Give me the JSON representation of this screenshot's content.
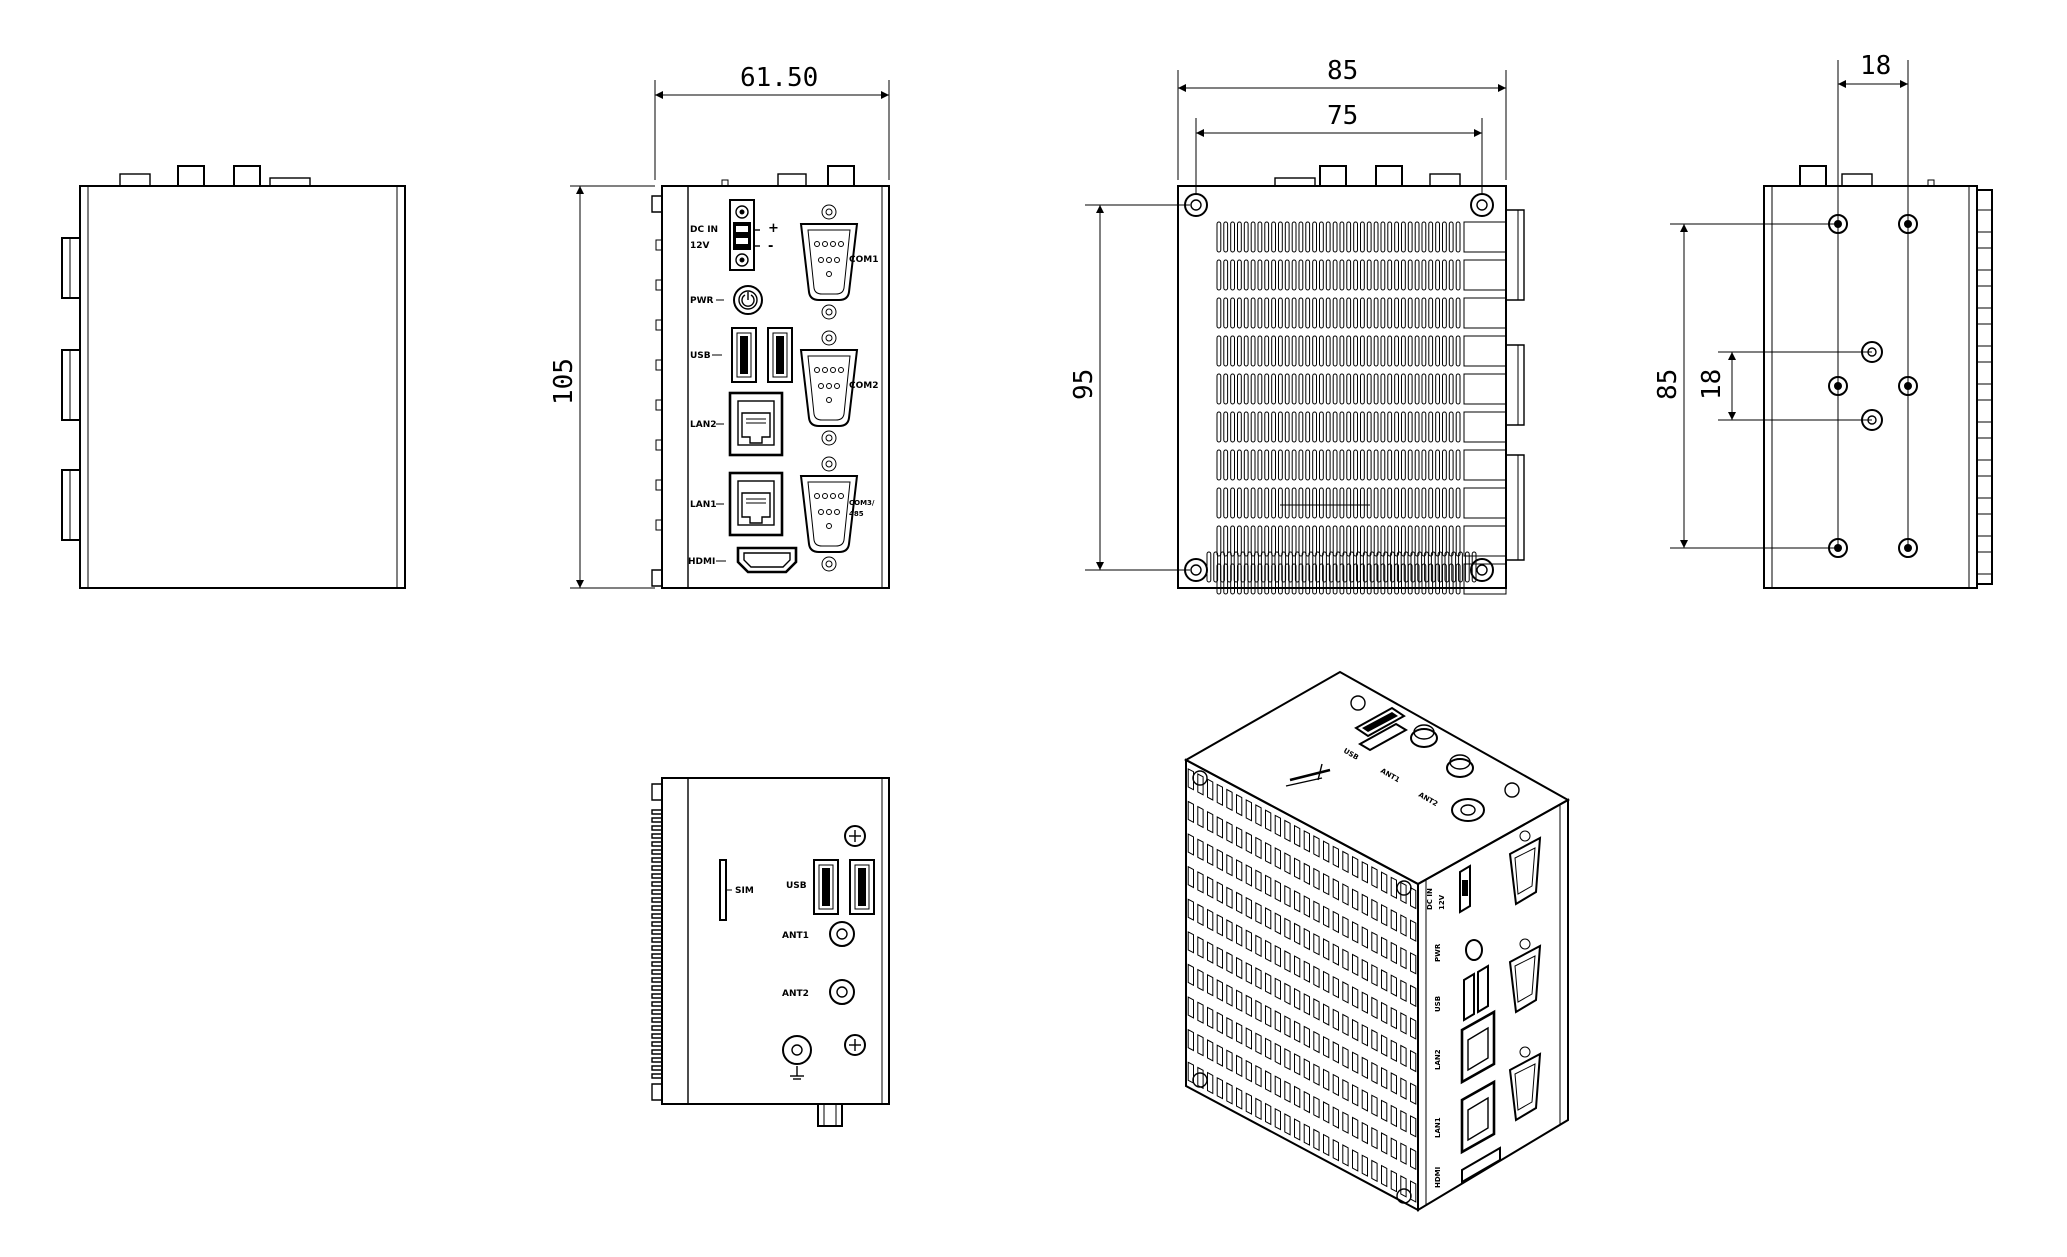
{
  "drawing": {
    "dimensions": {
      "front_width": "61.50",
      "front_height": "105",
      "bottom_outer_width": "85",
      "bottom_inner_width": "75",
      "bottom_height": "95",
      "side_hole_spacing": "18",
      "side_height": "85",
      "side_small_spacing": "18"
    },
    "front_panel_labels": {
      "dc_in": "DC IN",
      "volt": "12V",
      "plus": "+",
      "minus": "-",
      "pwr": "PWR",
      "usb": "USB",
      "lan2": "LAN2",
      "lan1": "LAN1",
      "hdmi": "HDMI",
      "com1": "COM1",
      "com2": "COM2",
      "com3": "COM3/",
      "com3b": "485"
    },
    "top_panel_labels": {
      "sim": "SIM",
      "usb": "USB",
      "ant1": "ANT1",
      "ant2": "ANT2"
    },
    "iso_labels": {
      "usb": "USB",
      "ant1": "ANT1",
      "ant2": "ANT2",
      "dc_in": "DC IN",
      "volt": "12V",
      "pwr": "PWR",
      "usb2": "USB",
      "lan2": "LAN2",
      "lan1": "LAN1",
      "hdmi": "HDMI"
    }
  }
}
